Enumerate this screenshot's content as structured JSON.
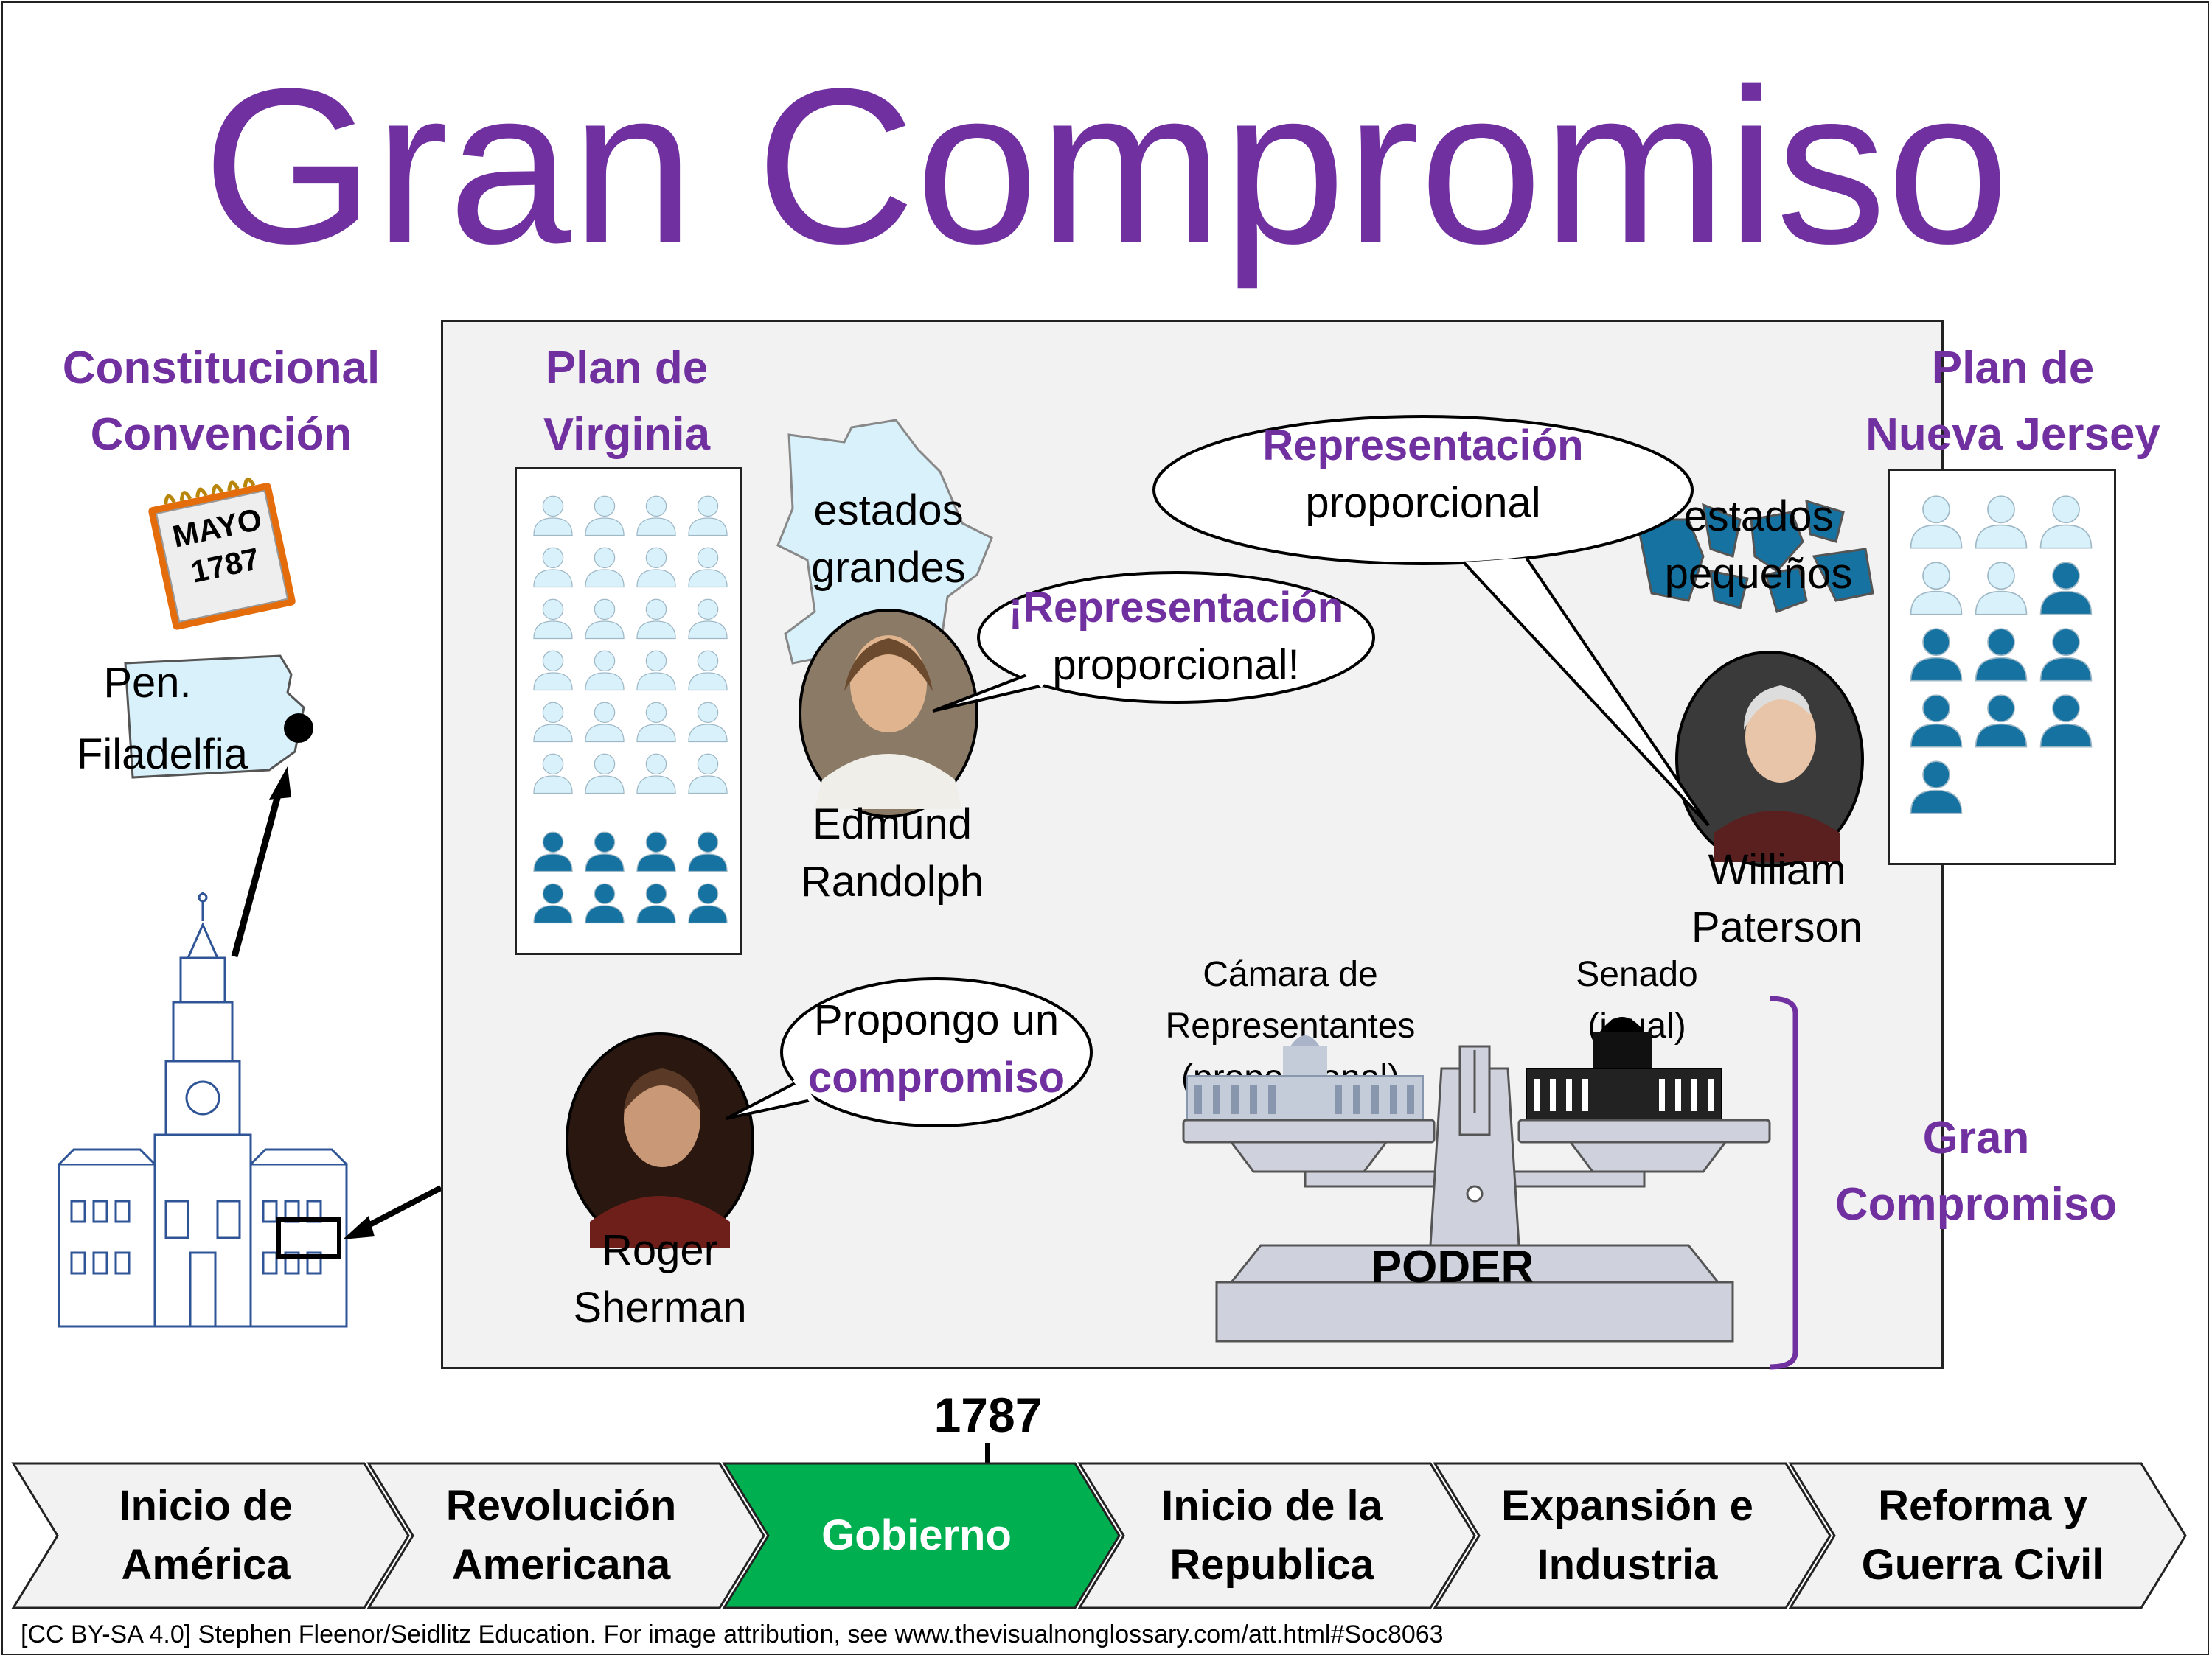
{
  "title": "Gran Compromiso",
  "left": {
    "heading": [
      "Constitucional",
      "Convención"
    ],
    "calendar_month": "MAYO",
    "calendar_year": "1787",
    "state_label": "Pen.",
    "city_label": "Filadelfia"
  },
  "virginia": {
    "heading": [
      "Plan de",
      "Virginia"
    ],
    "map_label": [
      "estados",
      "grandes"
    ],
    "person": [
      "Edmund",
      "Randolph"
    ],
    "bubble_bold": "¡Representación",
    "bubble_rest": "proporcional!",
    "light_count": 24,
    "dark_count": 8
  },
  "new_jersey": {
    "heading": [
      "Plan de",
      "Nueva Jersey"
    ],
    "map_label": [
      "estados",
      "pequeños"
    ],
    "person": [
      "William",
      "Paterson"
    ],
    "bubble_bold": "Representación",
    "bubble_rest": "proporcional",
    "light_count": 5,
    "dark_count": 8
  },
  "sherman": {
    "person": [
      "Roger",
      "Sherman"
    ],
    "bubble_line1": "Propongo un",
    "bubble_bold": "compromiso"
  },
  "scale": {
    "left_label": [
      "Cámara de",
      "Representantes",
      "(proporcional)"
    ],
    "right_label": [
      "Senado",
      "(igual)"
    ],
    "base_label": "PODER",
    "bracket_label": [
      "Gran",
      "Compromiso"
    ]
  },
  "timeline": {
    "year_marker": "1787",
    "items": [
      {
        "label": [
          "Inicio de",
          "América"
        ],
        "active": false
      },
      {
        "label": [
          "Revolución",
          "Americana"
        ],
        "active": false
      },
      {
        "label": [
          "Gobierno"
        ],
        "active": true
      },
      {
        "label": [
          "Inicio de la",
          "Republica"
        ],
        "active": false
      },
      {
        "label": [
          "Expansión e",
          "Industria"
        ],
        "active": false
      },
      {
        "label": [
          "Reforma y",
          "Guerra Civil"
        ],
        "active": false
      }
    ],
    "active_color": "#00b050",
    "inactive_color": "#f2f2f2"
  },
  "colors": {
    "accent": "#7030a0",
    "person_light": "#d9f1fb",
    "person_dark": "#1572a1"
  },
  "attribution": "[CC BY-SA 4.0] Stephen Fleenor/Seidlitz Education.  For image attribution, see www.thevisualnonglossary.com/att.html#Soc8063"
}
